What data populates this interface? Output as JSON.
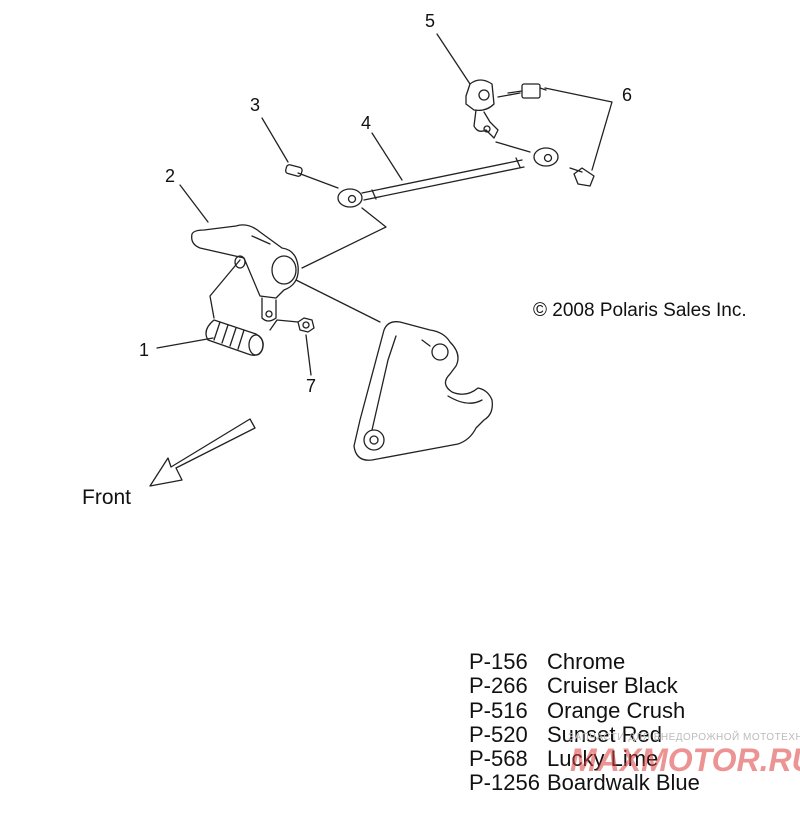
{
  "callouts": [
    "1",
    "2",
    "3",
    "4",
    "5",
    "6",
    "7"
  ],
  "front_label": "Front",
  "copyright": "© 2008 Polaris Sales Inc.",
  "variants": [
    {
      "code": "P-156",
      "name": "Chrome"
    },
    {
      "code": "P-266",
      "name": "Cruiser Black"
    },
    {
      "code": "P-516",
      "name": "Orange Crush"
    },
    {
      "code": "P-520",
      "name": "Sunset Red"
    },
    {
      "code": "P-568",
      "name": "Lucky Lime"
    },
    {
      "code": "P-1256",
      "name": "Boardwalk Blue"
    }
  ],
  "watermark": {
    "small_text": "ЗАПЧАСТИ ДЛЯ ВНЕДОРОЖНОЙ МОТОТЕХНИКИ",
    "big_text": "MAXMOTOR.RU",
    "color": "#dc3c3c"
  }
}
